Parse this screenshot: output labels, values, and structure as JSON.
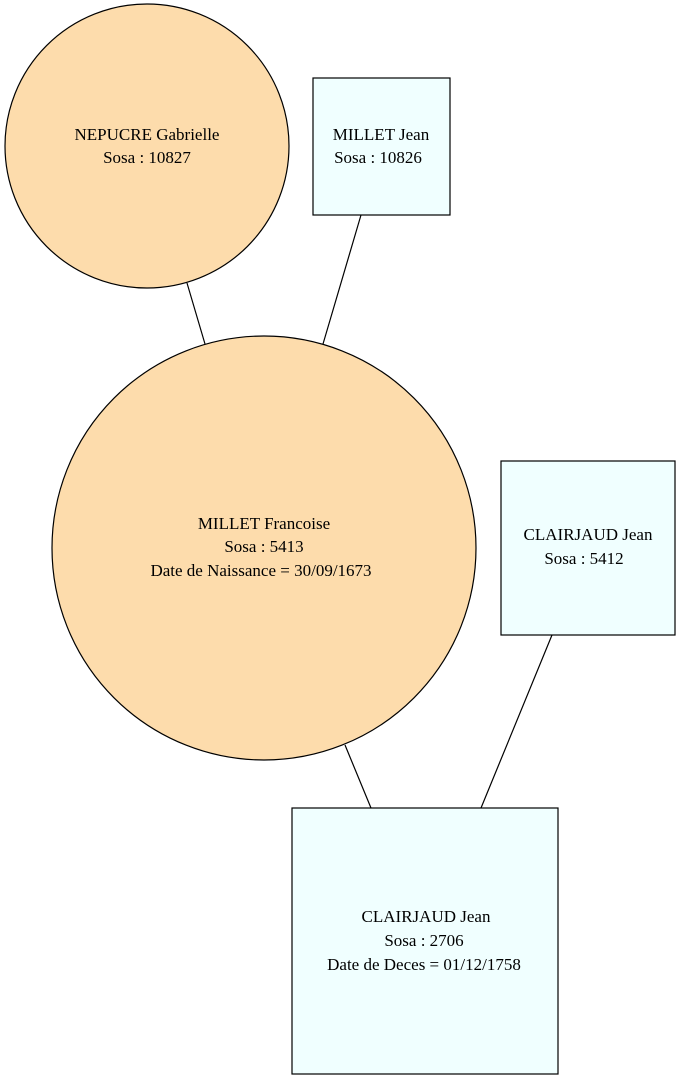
{
  "colors": {
    "female_fill": "#fddcac",
    "male_fill": "#f0ffff",
    "stroke": "#000000",
    "background": "#ffffff"
  },
  "nodes": {
    "nepucre_gabrielle": {
      "name": "NEPUCRE Gabrielle",
      "sosa": "Sosa : 10827"
    },
    "millet_jean": {
      "name": "MILLET Jean",
      "sosa": "Sosa : 10826"
    },
    "millet_francoise": {
      "name": "MILLET Francoise",
      "sosa": "Sosa : 5413",
      "event": "Date de Naissance = 30/09/1673"
    },
    "clairjaud_jean_5412": {
      "name": "CLAIRJAUD Jean",
      "sosa": "Sosa : 5412"
    },
    "clairjaud_jean_2706": {
      "name": "CLAIRJAUD Jean",
      "sosa": "Sosa : 2706",
      "event": "Date de Deces = 01/12/1758"
    }
  }
}
